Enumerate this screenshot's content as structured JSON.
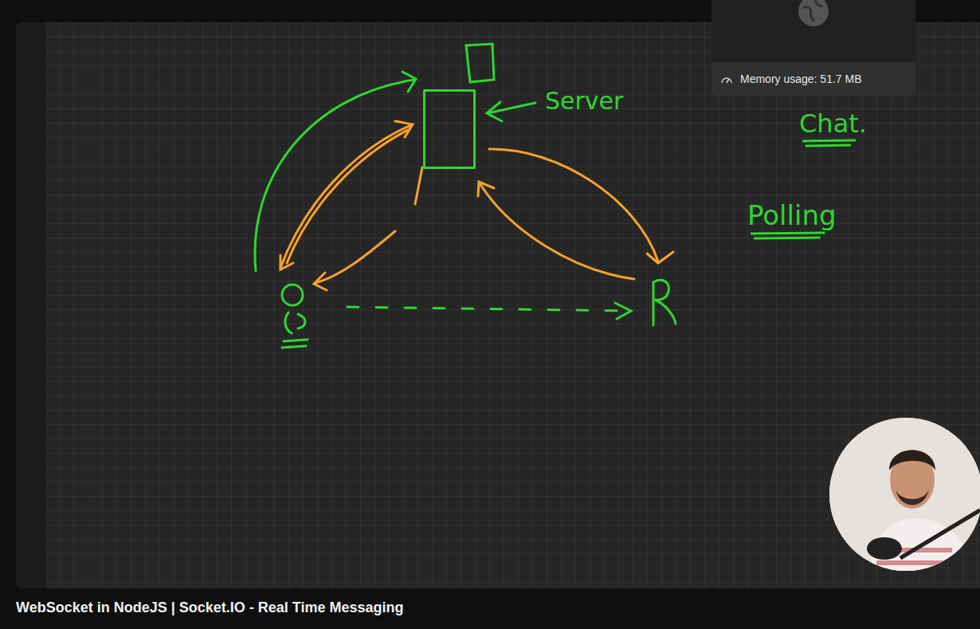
{
  "diagram": {
    "title": "WebSocket in NodeJS | Socket.IO - Real Time Messaging",
    "nodes": [
      {
        "text": [
          "Server"
        ]
      }
    ],
    "edges": [],
    "labels": [
      "Memory usage: 51.7 MB",
      "Chat.",
      "Polling"
    ]
  }
}
